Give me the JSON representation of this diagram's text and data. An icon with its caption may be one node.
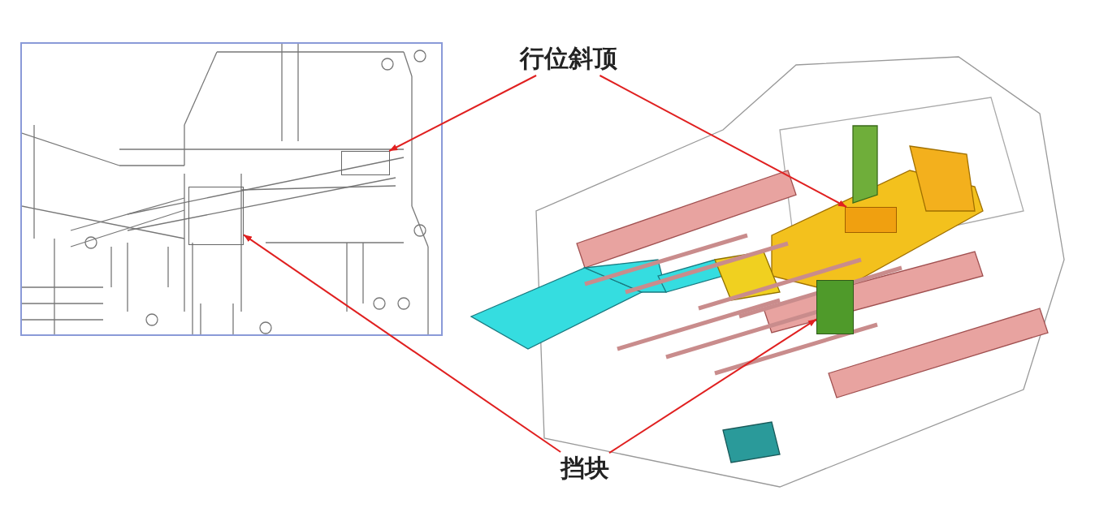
{
  "diagram": {
    "nodes": [
      {
        "text": [
          "行位斜顶"
        ]
      },
      {
        "text": [
          "挡块"
        ]
      },
      {
        "text": [],
        "shape": "box"
      },
      {
        "text": [],
        "shape": "box"
      },
      {
        "text": [],
        "shape": "box"
      },
      {
        "text": [],
        "shape": "box"
      }
    ],
    "edges": [
      {
        "from": 0,
        "to": 3,
        "arrow": "to"
      },
      {
        "from": 0,
        "to": 5,
        "arrow": "to"
      },
      {
        "from": 1,
        "to": 2,
        "arrow": "to"
      },
      {
        "from": 1,
        "to": 4,
        "arrow": "to"
      }
    ]
  }
}
